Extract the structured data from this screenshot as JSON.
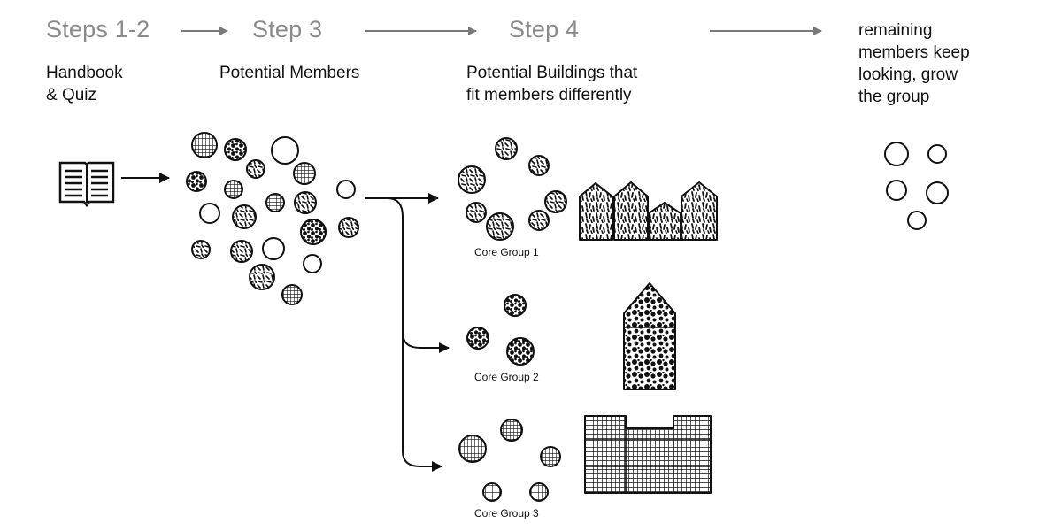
{
  "steps": [
    {
      "title": "Steps 1-2",
      "description": [
        "Handbook",
        "& Quiz"
      ]
    },
    {
      "title": "Step 3",
      "description": [
        "Potential Members"
      ]
    },
    {
      "title": "Step 4",
      "description": [
        "Potential Buildings that",
        "fit members differently"
      ]
    },
    {
      "title": "",
      "description": [
        "remaining",
        "members keep",
        "looking, grow",
        "the group"
      ]
    }
  ],
  "groups": [
    {
      "label": "Core Group 1"
    },
    {
      "label": "Core Group 2"
    },
    {
      "label": "Core Group 3"
    }
  ],
  "icons": {
    "handbook": "open-book-icon",
    "arrow": "arrow-right-icon"
  }
}
